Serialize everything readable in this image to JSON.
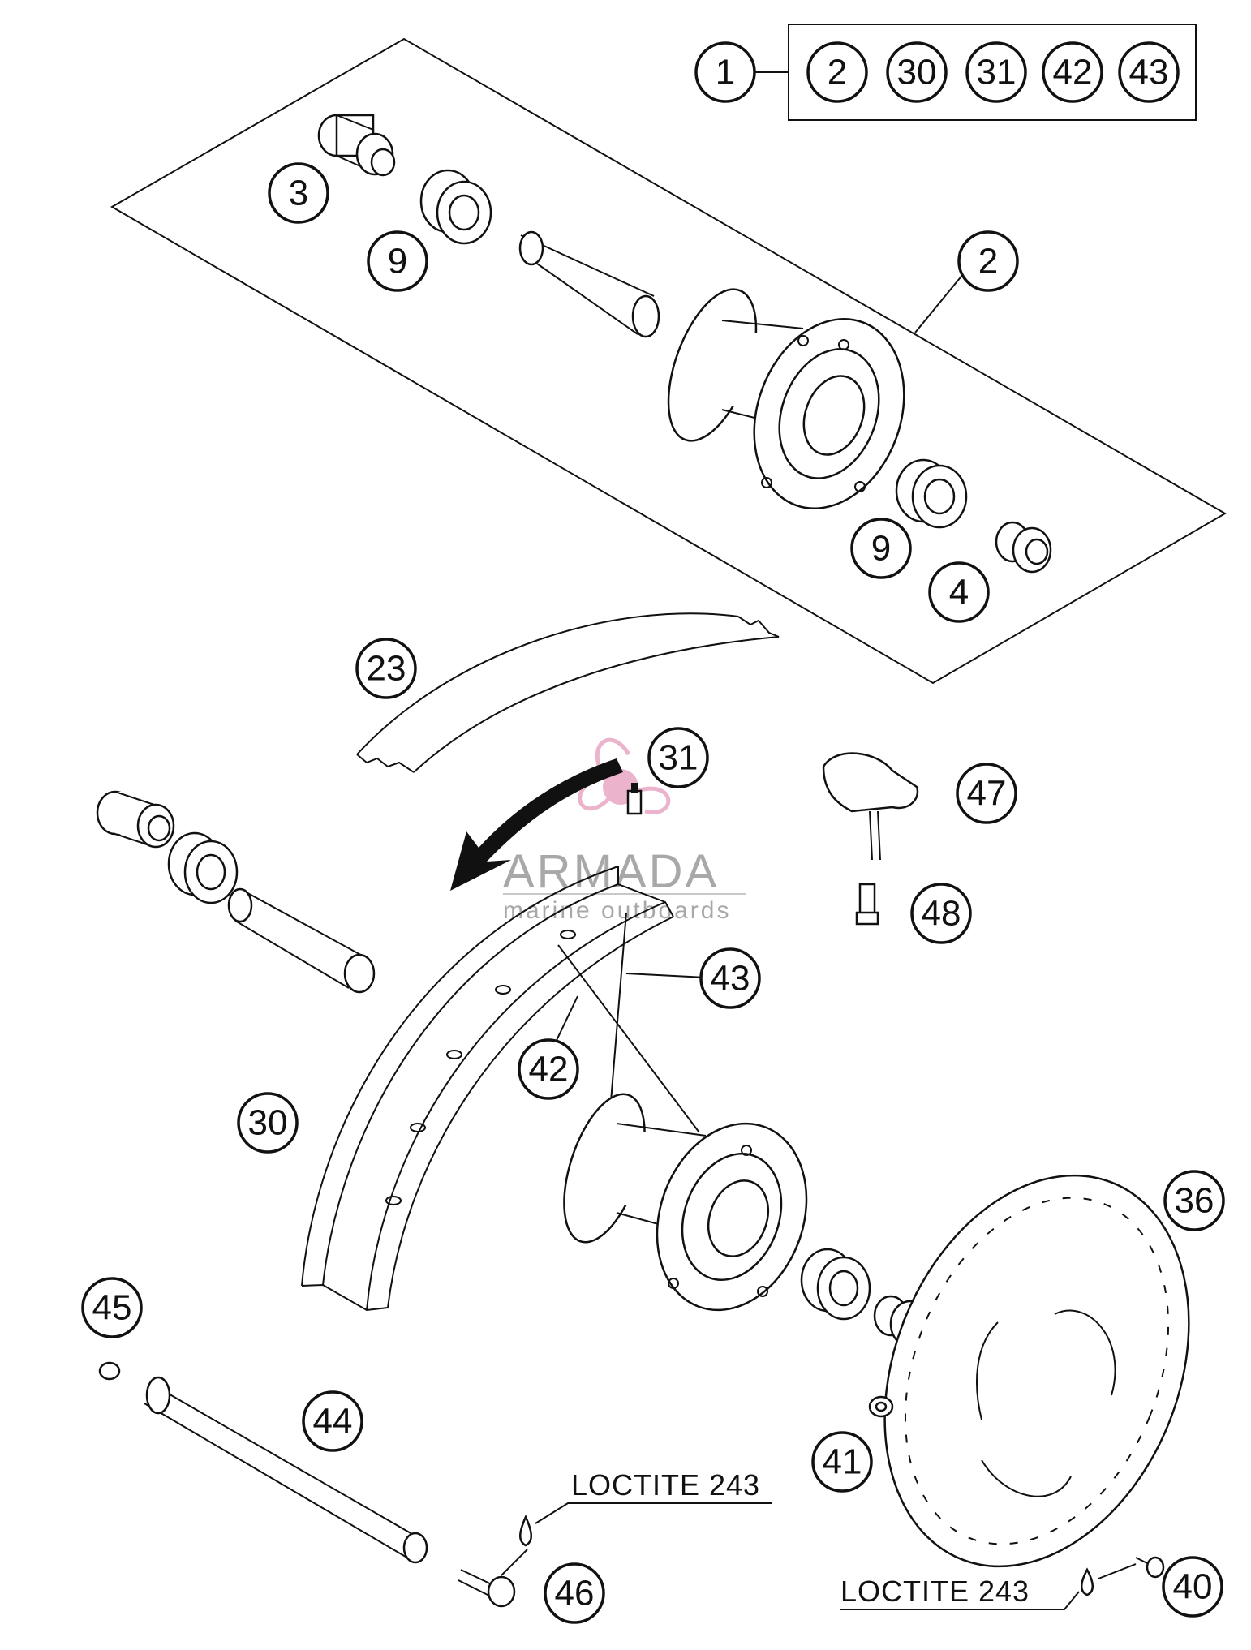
{
  "diagram": {
    "set_callout": "1",
    "set_members": [
      "2",
      "30",
      "31",
      "42",
      "43"
    ],
    "callouts": {
      "hub": "2",
      "spacer_left": "3",
      "spacer_right": "4",
      "bearing_top": "9",
      "bearing_lower": "9",
      "rim_tape": "23",
      "rim": "30",
      "valve": "31",
      "brake_disc": "36",
      "disc_screw": "40",
      "nut": "41",
      "spoke_a": "42",
      "spoke_b": "43",
      "axle": "44",
      "axle_cap": "45",
      "axle_screw": "46",
      "sensor_cover": "47",
      "sensor_bolt": "48"
    },
    "notes": {
      "loctite_axle": "LOCTITE 243",
      "loctite_disc": "LOCTITE 243"
    }
  },
  "watermark": {
    "brand": "ARMADA",
    "tagline": "marine outboards",
    "logo_color": "#e8a6c4"
  }
}
